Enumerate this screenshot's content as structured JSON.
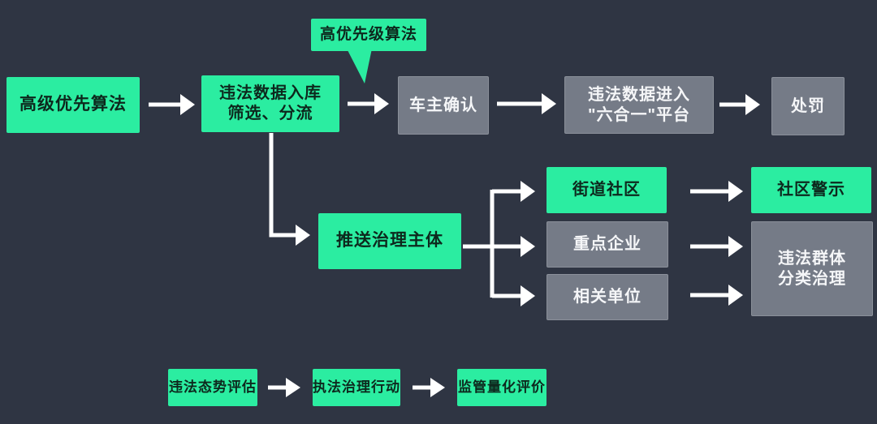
{
  "colors": {
    "background": "#2F3543",
    "node_green": "#2BEDA1",
    "node_gray": "#757B87",
    "text_on_green": "#0D281D",
    "text_on_gray": "#F5F6F8",
    "arrow": "#FFFFFF"
  },
  "callout": {
    "label": "高优先级算法"
  },
  "nodes": {
    "advanced_priority": {
      "label": "高级优先算法"
    },
    "data_intake": {
      "lines": [
        "违法数据入库",
        "筛选、分流"
      ]
    },
    "owner_confirm": {
      "label": "车主确认"
    },
    "platform": {
      "lines": [
        "违法数据进入",
        "\"六合一\"平台"
      ]
    },
    "punishment": {
      "label": "处罚"
    },
    "push_subjects": {
      "label": "推送治理主体"
    },
    "street_community": {
      "label": "街道社区"
    },
    "key_enterprises": {
      "label": "重点企业"
    },
    "related_units": {
      "label": "相关单位"
    },
    "community_warning": {
      "label": "社区警示"
    },
    "group_governance": {
      "lines": [
        "违法群体",
        "分类治理"
      ]
    },
    "situation_assessment": {
      "label": "违法态势评估"
    },
    "enforcement_action": {
      "label": "执法治理行动"
    },
    "quantitative_evaluation": {
      "label": "监管量化评价"
    }
  }
}
